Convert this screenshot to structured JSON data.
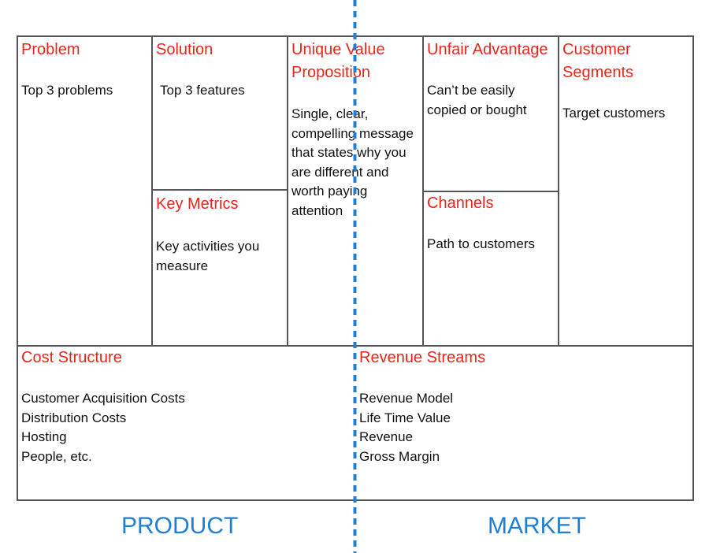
{
  "colors": {
    "title": "#e8261b",
    "divider": "#1f7fd0",
    "border": "#555555"
  },
  "problem": {
    "title": "Problem",
    "body": "Top 3 problems"
  },
  "solution": {
    "title": "Solution",
    "body": "Top 3 features"
  },
  "key_metrics": {
    "title": "Key Metrics",
    "body": [
      "Key activities you",
      "measure"
    ]
  },
  "uvp": {
    "title": [
      "Unique Value",
      "Proposition"
    ],
    "body": [
      "Single, clear,",
      "compelling message",
      "that states why you",
      "are different and",
      "worth paying",
      "attention"
    ]
  },
  "unfair_advantage": {
    "title": "Unfair Advantage",
    "body": [
      "Can’t be easily",
      "copied or bought"
    ]
  },
  "channels": {
    "title": "Channels",
    "body": "Path to customers"
  },
  "customer_segments": {
    "title": [
      "Customer",
      "Segments"
    ],
    "body": "Target customers"
  },
  "cost_structure": {
    "title": "Cost Structure",
    "items": [
      "Customer Acquisition Costs",
      "Distribution Costs",
      "Hosting",
      "People, etc."
    ]
  },
  "revenue_streams": {
    "title": "Revenue Streams",
    "items": [
      "Revenue Model",
      "Life Time Value",
      "Revenue",
      "Gross Margin"
    ]
  },
  "footer": {
    "left": "PRODUCT",
    "right": "MARKET"
  }
}
